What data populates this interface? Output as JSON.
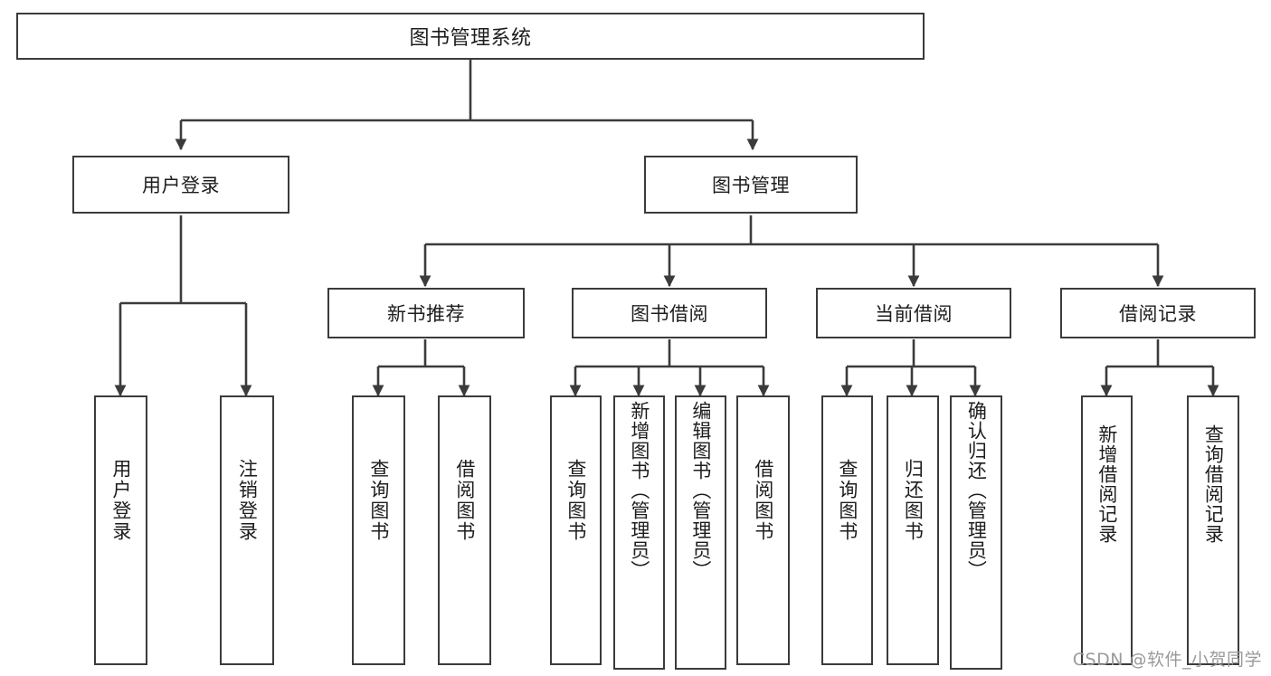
{
  "meta": {
    "title": "图书管理系统功能结构图",
    "watermark": "CSDN @软件_小贺同学",
    "stroke_color": "#3b3b3d",
    "text_color": "#1d1d1f",
    "background_color": "#ffffff",
    "watermark_color": "#9a9a9e"
  },
  "chart_data": {
    "type": "diagram",
    "diagram_kind": "tree",
    "title": "图书管理系统",
    "orientation": "top-down",
    "nodes": [
      {
        "id": "root",
        "label": "图书管理系统",
        "level": 0,
        "parent": null,
        "text_orientation": "horizontal"
      },
      {
        "id": "n-user-login",
        "label": "用户登录",
        "level": 1,
        "parent": "root",
        "text_orientation": "horizontal"
      },
      {
        "id": "n-book-manage",
        "label": "图书管理",
        "level": 1,
        "parent": "root",
        "text_orientation": "horizontal"
      },
      {
        "id": "n-new-book-rec",
        "label": "新书推荐",
        "level": 2,
        "parent": "n-book-manage",
        "text_orientation": "horizontal"
      },
      {
        "id": "n-book-borrow",
        "label": "图书借阅",
        "level": 2,
        "parent": "n-book-manage",
        "text_orientation": "horizontal"
      },
      {
        "id": "n-current-borrow",
        "label": "当前借阅",
        "level": 2,
        "parent": "n-book-manage",
        "text_orientation": "horizontal"
      },
      {
        "id": "n-borrow-record",
        "label": "借阅记录",
        "level": 2,
        "parent": "n-book-manage",
        "text_orientation": "horizontal"
      },
      {
        "id": "l-user-login",
        "label": "用户登录",
        "level": 2,
        "parent": "n-user-login",
        "text_orientation": "vertical"
      },
      {
        "id": "l-logout",
        "label": "注销登录",
        "level": 2,
        "parent": "n-user-login",
        "text_orientation": "vertical"
      },
      {
        "id": "l-rec-query",
        "label": "查询图书",
        "level": 3,
        "parent": "n-new-book-rec",
        "text_orientation": "vertical"
      },
      {
        "id": "l-rec-borrow",
        "label": "借阅图书",
        "level": 3,
        "parent": "n-new-book-rec",
        "text_orientation": "vertical"
      },
      {
        "id": "l-bb-query",
        "label": "查询图书",
        "level": 3,
        "parent": "n-book-borrow",
        "text_orientation": "vertical"
      },
      {
        "id": "l-bb-add",
        "label": "新增图书（管理员）",
        "level": 3,
        "parent": "n-book-borrow",
        "text_orientation": "vertical"
      },
      {
        "id": "l-bb-edit",
        "label": "编辑图书（管理员）",
        "level": 3,
        "parent": "n-book-borrow",
        "text_orientation": "vertical"
      },
      {
        "id": "l-bb-borrow",
        "label": "借阅图书",
        "level": 3,
        "parent": "n-book-borrow",
        "text_orientation": "vertical"
      },
      {
        "id": "l-cb-query",
        "label": "查询图书",
        "level": 3,
        "parent": "n-current-borrow",
        "text_orientation": "vertical"
      },
      {
        "id": "l-cb-return",
        "label": "归还图书",
        "level": 3,
        "parent": "n-current-borrow",
        "text_orientation": "vertical"
      },
      {
        "id": "l-cb-confirm",
        "label": "确认归还（管理员）",
        "level": 3,
        "parent": "n-current-borrow",
        "text_orientation": "vertical"
      },
      {
        "id": "l-br-add",
        "label": "新增借阅记录",
        "level": 3,
        "parent": "n-borrow-record",
        "text_orientation": "vertical"
      },
      {
        "id": "l-br-query",
        "label": "查询借阅记录",
        "level": 3,
        "parent": "n-borrow-record",
        "text_orientation": "vertical"
      }
    ],
    "edges": [
      {
        "from": "root",
        "to": "n-user-login"
      },
      {
        "from": "root",
        "to": "n-book-manage"
      },
      {
        "from": "n-user-login",
        "to": "l-user-login"
      },
      {
        "from": "n-user-login",
        "to": "l-logout"
      },
      {
        "from": "n-book-manage",
        "to": "n-new-book-rec"
      },
      {
        "from": "n-book-manage",
        "to": "n-book-borrow"
      },
      {
        "from": "n-book-manage",
        "to": "n-current-borrow"
      },
      {
        "from": "n-book-manage",
        "to": "n-borrow-record"
      },
      {
        "from": "n-new-book-rec",
        "to": "l-rec-query"
      },
      {
        "from": "n-new-book-rec",
        "to": "l-rec-borrow"
      },
      {
        "from": "n-book-borrow",
        "to": "l-bb-query"
      },
      {
        "from": "n-book-borrow",
        "to": "l-bb-add"
      },
      {
        "from": "n-book-borrow",
        "to": "l-bb-edit"
      },
      {
        "from": "n-book-borrow",
        "to": "l-bb-borrow"
      },
      {
        "from": "n-current-borrow",
        "to": "l-cb-query"
      },
      {
        "from": "n-current-borrow",
        "to": "l-cb-return"
      },
      {
        "from": "n-current-borrow",
        "to": "l-cb-confirm"
      },
      {
        "from": "n-borrow-record",
        "to": "l-br-add"
      },
      {
        "from": "n-borrow-record",
        "to": "l-br-query"
      }
    ]
  }
}
